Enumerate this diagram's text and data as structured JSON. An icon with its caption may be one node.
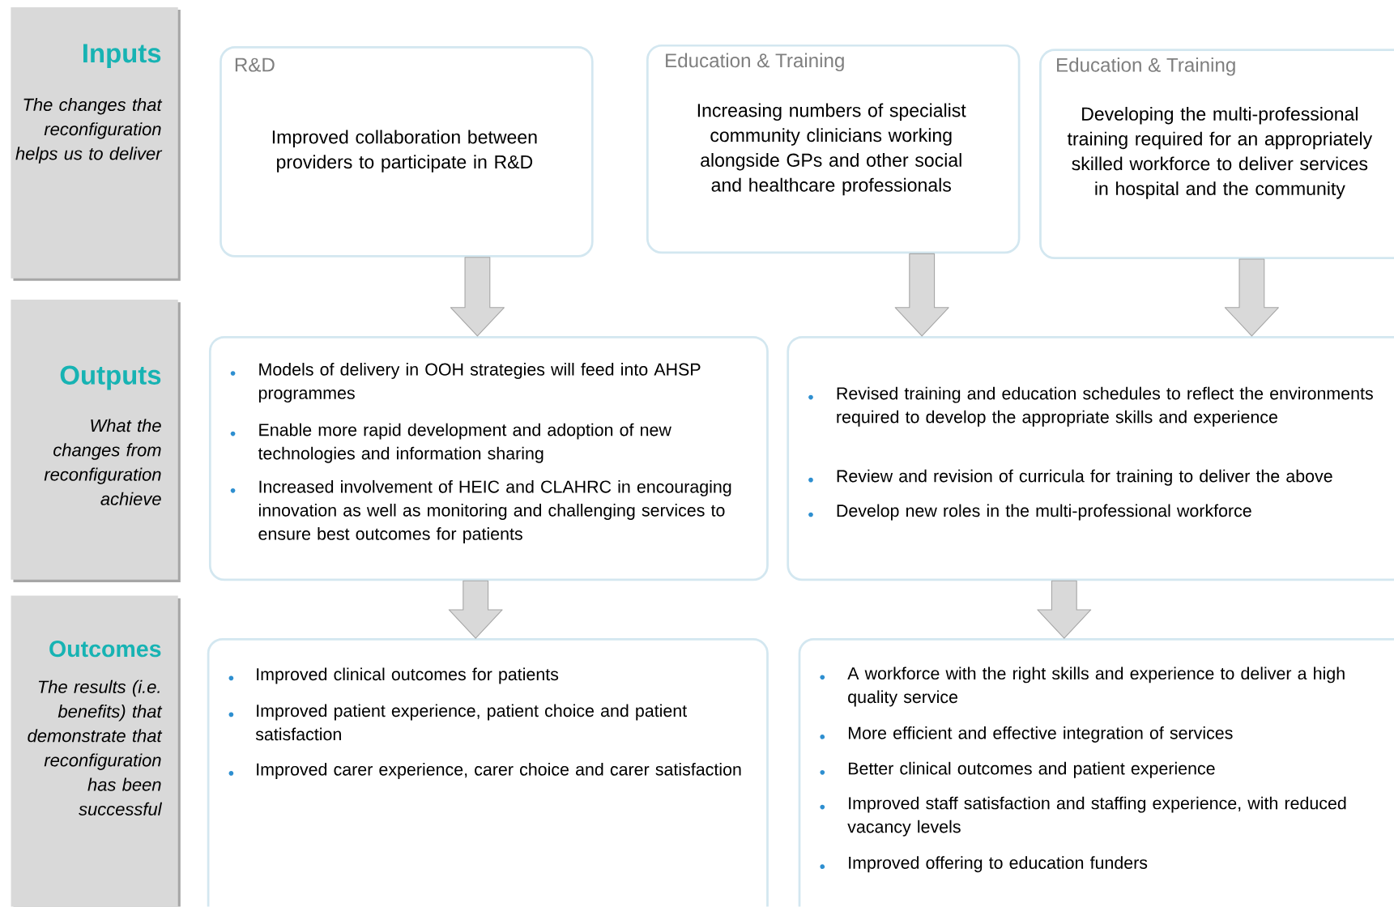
{
  "diagram": {
    "nodes": [
      {
        "text": [
          "Inputs",
          "The changes that reconfiguration helps us to deliver"
        ]
      },
      {
        "text": [
          "Outputs",
          "What the changes from reconfiguration achieve"
        ]
      },
      {
        "text": [
          "Outcomes",
          "The results (i.e. benefits) that demonstrate that reconfiguration has been successful"
        ]
      },
      {
        "text": [
          "R&D",
          "Improved collaboration between providers to participate in R&D"
        ]
      },
      {
        "text": [
          "Education & Training",
          "Increasing numbers of specialist community clinicians working alongside GPs and other social and healthcare professionals"
        ]
      },
      {
        "text": [
          "Education & Training",
          "Developing the multi-professional training required for an appropriately skilled workforce to deliver services in hospital and the community"
        ]
      },
      {
        "text": [
          "Models of delivery in OOH strategies will feed into AHSP programmes",
          "Enable more rapid development and adoption of new technologies and information sharing",
          "Increased involvement of HEIC and CLAHRC in encouraging innovation as well as monitoring and challenging services to ensure best outcomes for patients"
        ]
      },
      {
        "text": [
          "Revised training and education schedules to reflect the environments required to develop the appropriate skills and experience",
          "Review and revision of curricula for training to deliver the above",
          "Develop new roles in the multi-professional workforce"
        ]
      },
      {
        "text": [
          "Improved clinical outcomes for patients",
          "Improved patient experience, patient choice and patient satisfaction",
          "Improved carer experience, carer choice and carer satisfaction"
        ]
      },
      {
        "text": [
          "A workforce with the right skills and experience to deliver a high quality service",
          "More efficient and effective integration of services",
          "Better clinical outcomes and patient experience",
          "Improved staff satisfaction and staffing experience, with reduced vacancy levels",
          "Improved offering to education funders"
        ]
      }
    ],
    "edges": [
      {
        "from": 3,
        "to": 6,
        "arrow": "to"
      },
      {
        "from": 4,
        "to": 7,
        "arrow": "to"
      },
      {
        "from": 5,
        "to": 7,
        "arrow": "to"
      },
      {
        "from": 6,
        "to": 8,
        "arrow": "to"
      },
      {
        "from": 7,
        "to": 9,
        "arrow": "to"
      }
    ]
  }
}
